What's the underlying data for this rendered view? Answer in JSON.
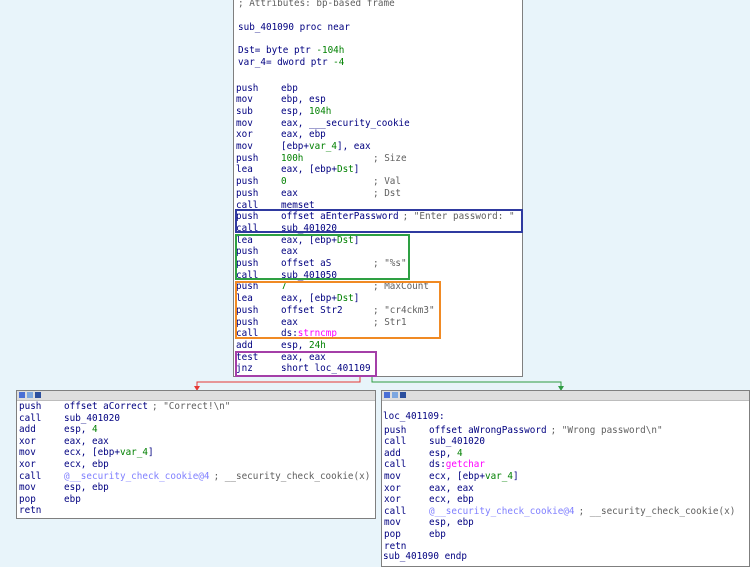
{
  "colors": {
    "background": "#e8f4fa",
    "text": "#000080",
    "comment": "#606060",
    "number": "#008000",
    "import": "#ff00ff",
    "function_ref": "#8080ff",
    "highlight_blue": "#2f3aa0",
    "highlight_green": "#2ea043",
    "highlight_orange": "#f08a24",
    "highlight_purple": "#a43fa8",
    "edge_false": "#e53935",
    "edge_true": "#2e9b42"
  },
  "icons": [
    "color-picker-icon",
    "node-graph-icon"
  ],
  "main_block": {
    "header": {
      "attributes": "; Attributes: bp-based frame",
      "proc": "sub_401090 proc near",
      "dst_decl": "Dst= byte ptr -104h",
      "var4_decl": "var_4= dword ptr -4"
    },
    "lines": [
      {
        "m": "push",
        "o": "ebp"
      },
      {
        "m": "mov",
        "o": "ebp, esp"
      },
      {
        "m": "sub",
        "o": "esp, 104h"
      },
      {
        "m": "mov",
        "o": "eax, ___security_cookie"
      },
      {
        "m": "xor",
        "o": "eax, ebp"
      },
      {
        "m": "mov",
        "o": "[ebp+var_4], eax"
      },
      {
        "m": "push",
        "o": "100h",
        "c": "; Size"
      },
      {
        "m": "lea",
        "o": "eax, [ebp+Dst]"
      },
      {
        "m": "push",
        "o": "0",
        "c": "; Val"
      },
      {
        "m": "push",
        "o": "eax",
        "c": "; Dst"
      },
      {
        "m": "call",
        "o": "memset"
      },
      {
        "m": "push",
        "o": "offset aEnterPassword",
        "c": "; \"Enter password: \""
      },
      {
        "m": "call",
        "o": "sub_401020"
      },
      {
        "m": "lea",
        "o": "eax, [ebp+Dst]"
      },
      {
        "m": "push",
        "o": "eax"
      },
      {
        "m": "push",
        "o": "offset aS",
        "c": "; \"%s\""
      },
      {
        "m": "call",
        "o": "sub_401050"
      },
      {
        "m": "push",
        "o": "7",
        "c": "; MaxCount"
      },
      {
        "m": "lea",
        "o": "eax, [ebp+Dst]"
      },
      {
        "m": "push",
        "o": "offset Str2",
        "c": "; \"cr4ckm3\""
      },
      {
        "m": "push",
        "o": "eax",
        "c": "; Str1"
      },
      {
        "m": "call",
        "o": "ds:strncmp"
      },
      {
        "m": "add",
        "o": "esp, 24h"
      },
      {
        "m": "test",
        "o": "eax, eax"
      },
      {
        "m": "jnz",
        "o": "short loc_401109"
      }
    ]
  },
  "left_block": {
    "lines": [
      {
        "m": "push",
        "o": "offset aCorrect",
        "c": "; \"Correct!\\n\""
      },
      {
        "m": "call",
        "o": "sub_401020"
      },
      {
        "m": "add",
        "o": "esp, 4"
      },
      {
        "m": "xor",
        "o": "eax, eax"
      },
      {
        "m": "mov",
        "o": "ecx, [ebp+var_4]"
      },
      {
        "m": "xor",
        "o": "ecx, ebp"
      },
      {
        "m": "call",
        "o": "@__security_check_cookie@4",
        "c": "; __security_check_cookie(x)"
      },
      {
        "m": "mov",
        "o": "esp, ebp"
      },
      {
        "m": "pop",
        "o": "ebp"
      },
      {
        "m": "retn",
        "o": ""
      }
    ]
  },
  "right_block": {
    "label": "loc_401109:",
    "endp": "sub_401090 endp",
    "lines": [
      {
        "m": "push",
        "o": "offset aWrongPassword",
        "c": "; \"Wrong password\\n\""
      },
      {
        "m": "call",
        "o": "sub_401020"
      },
      {
        "m": "add",
        "o": "esp, 4"
      },
      {
        "m": "call",
        "o": "ds:getchar"
      },
      {
        "m": "mov",
        "o": "ecx, [ebp+var_4]"
      },
      {
        "m": "xor",
        "o": "eax, eax"
      },
      {
        "m": "xor",
        "o": "ecx, ebp"
      },
      {
        "m": "call",
        "o": "@__security_check_cookie@4",
        "c": "; __security_check_cookie(x)"
      },
      {
        "m": "mov",
        "o": "esp, ebp"
      },
      {
        "m": "pop",
        "o": "ebp"
      },
      {
        "m": "retn",
        "o": ""
      }
    ]
  }
}
